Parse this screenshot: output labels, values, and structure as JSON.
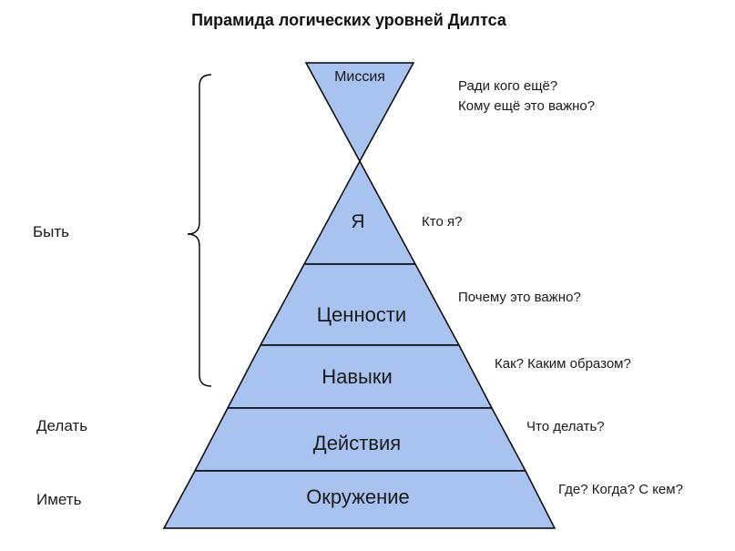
{
  "title": "Пирамида логических уровней Дилтса",
  "colors": {
    "fill": "#a9c3f0",
    "stroke": "#000000",
    "text": "#1a1a1a"
  },
  "levels": [
    {
      "label": "Миссия",
      "question_lines": [
        "Ради кого ещё?",
        "Кому ещё это важно?"
      ]
    },
    {
      "label": "Я",
      "question_lines": [
        "Кто я?"
      ]
    },
    {
      "label": "Ценности",
      "question_lines": [
        "Почему это важно?"
      ]
    },
    {
      "label": "Навыки",
      "question_lines": [
        "Как? Каким образом?"
      ]
    },
    {
      "label": "Действия",
      "question_lines": [
        "Что делать?"
      ]
    },
    {
      "label": "Окружение",
      "question_lines": [
        "Где? Когда? С кем?"
      ]
    }
  ],
  "side_groups": {
    "be": "Быть",
    "do": "Делать",
    "have": "Иметь"
  }
}
